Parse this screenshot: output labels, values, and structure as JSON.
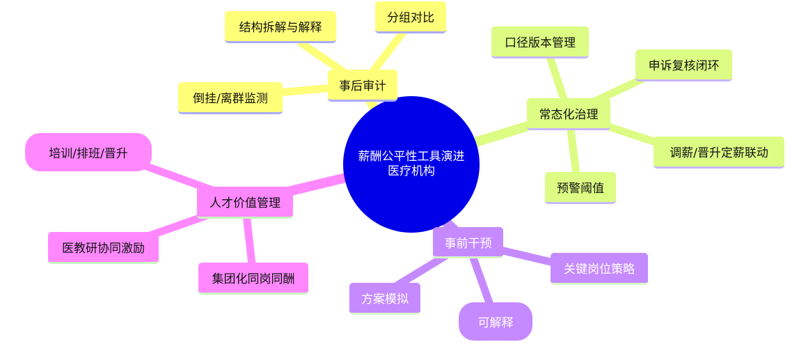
{
  "root": {
    "line1": "薪酬公平性工具演进",
    "line2": "医疗机构"
  },
  "branches": {
    "audit": {
      "label": "事后审计",
      "children": [
        "结构拆解与解释",
        "分组对比",
        "倒挂/离群监测"
      ],
      "color": "#ffff78"
    },
    "governance": {
      "label": "常态化治理",
      "children": [
        "口径版本管理",
        "申诉复核闭环",
        "调薪/晋升定薪联动",
        "预警阈值"
      ],
      "color": "#dcfc84"
    },
    "talent": {
      "label": "人才价值管理",
      "children": [
        "培训/排班/晋升",
        "医教研协同激励",
        "集团化同岗同酬"
      ],
      "color": "#ff88ff"
    },
    "intervention": {
      "label": "事前干预",
      "children": [
        "关键岗位策略",
        "方案模拟",
        "可解释"
      ],
      "color": "#c58aff"
    }
  }
}
